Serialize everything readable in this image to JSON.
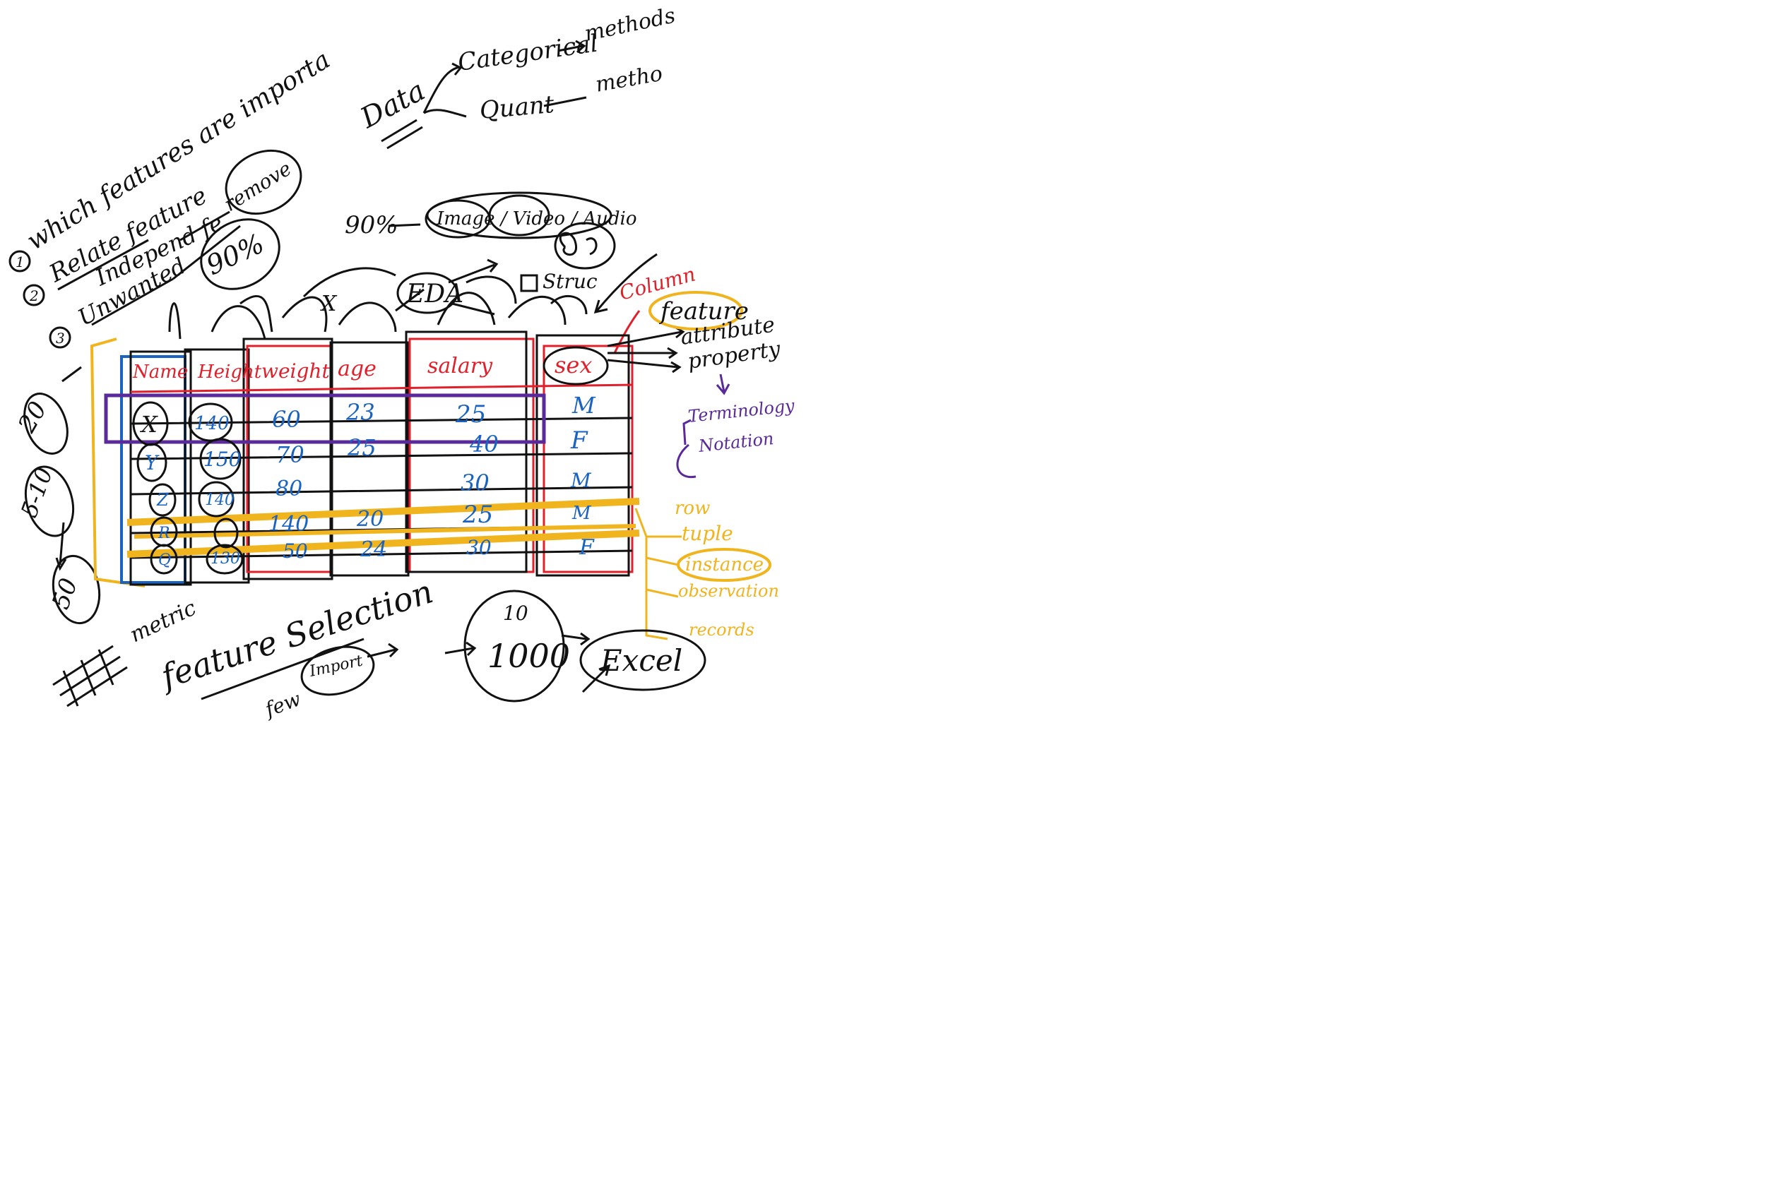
{
  "colors": {
    "ink": "#111111",
    "red": "#e0202a",
    "blue": "#1a63c0",
    "purple": "#5a2a9a",
    "yellow": "#f0b41e"
  },
  "top": {
    "data": "Data",
    "categorical": "Categorical",
    "categorical_arrow": "methods",
    "quant": "Quant",
    "quant_arrow": "metho"
  },
  "left_notes": {
    "item1": "which features are importa",
    "item2": "Relate feature",
    "item2b": "Independ fe",
    "item3": "Unwanted",
    "remove": "remove",
    "ninety_circle": "90%",
    "twenty": "20",
    "five_ten": "5-10",
    "fifty": "50",
    "metric": "metric"
  },
  "middle_notes": {
    "ninety": "90%",
    "media": "Image / Video / Audio",
    "eda": "EDA",
    "struct": "Struc",
    "column": "Column"
  },
  "table": {
    "headers": [
      "Name",
      "Height",
      "weight",
      "age",
      "salary",
      "sex"
    ],
    "rows": [
      [
        "X",
        "140",
        "60",
        "23",
        "25",
        "M"
      ],
      [
        "Y",
        "150",
        "70",
        "25",
        "40",
        "F"
      ],
      [
        "Z",
        "140",
        "80",
        "",
        "30",
        "M"
      ],
      [
        "R",
        "",
        "140",
        "20",
        "25",
        "M"
      ],
      [
        "Q",
        "130",
        "50",
        "24",
        "30",
        "F"
      ]
    ]
  },
  "right_notes": {
    "feature": "feature",
    "attribute": "attribute",
    "property": "property",
    "terminology": "Terminology",
    "notation": "Notation",
    "row": "row",
    "tuple": "tuple",
    "instance": "instance",
    "observation": "observation",
    "records": "records"
  },
  "bottom": {
    "feature_selection": "feature Selection",
    "few": "few",
    "import": "Import",
    "ten": "10",
    "thousand": "1000",
    "excel": "Excel"
  }
}
